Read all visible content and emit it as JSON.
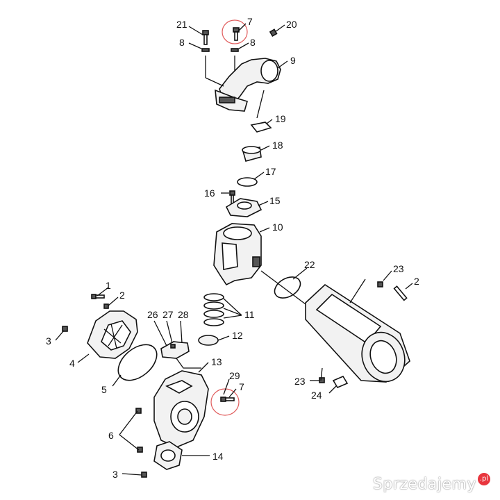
{
  "labels": {
    "l21": "21",
    "l7a": "7",
    "l20": "20",
    "l8a": "8",
    "l8b": "8",
    "l9": "9",
    "l19": "19",
    "l18": "18",
    "l17": "17",
    "l16": "16",
    "l15": "15",
    "l10": "10",
    "l22": "22",
    "l23a": "23",
    "l2a": "2",
    "l1": "1",
    "l2b": "2",
    "l11": "11",
    "l26": "26",
    "l27": "27",
    "l28": "28",
    "l3a": "3",
    "l4": "4",
    "l12": "12",
    "l13": "13",
    "l5": "5",
    "l29": "29",
    "l7b": "7",
    "l23b": "23",
    "l24": "24",
    "l6": "6",
    "l14": "14",
    "l3b": "3"
  },
  "watermark": {
    "text": "Sprzedajemy",
    "suffix": ".pl"
  },
  "colors": {
    "ink": "#111111",
    "highlight": "#e05a5a",
    "watermark_dot": "#e8363e"
  }
}
